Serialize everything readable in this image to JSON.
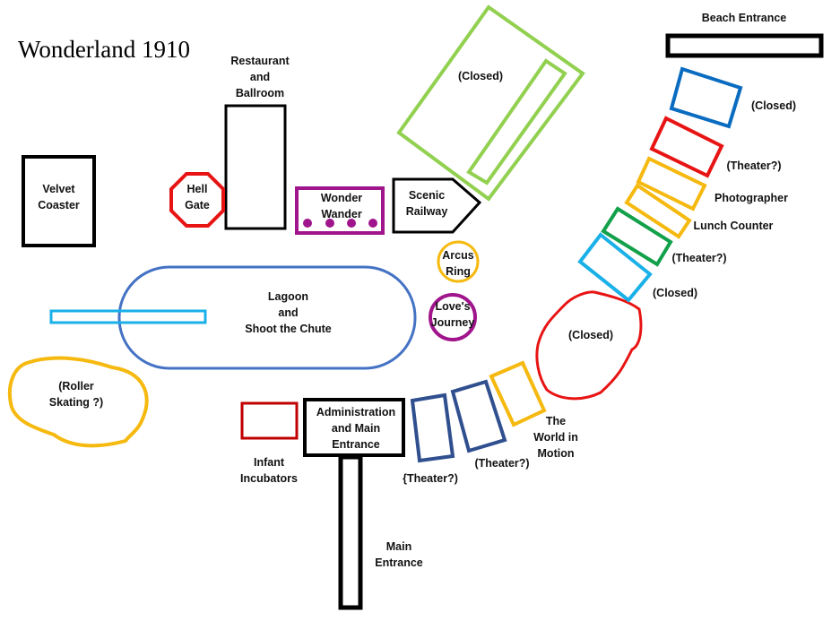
{
  "title": "Wonderland 1910",
  "colors": {
    "black": "#000000",
    "red": "#e81414",
    "purple": "#a0148c",
    "blue": "#4472c4",
    "cyan": "#1ab0e8",
    "yellow": "#f5b90f",
    "lightgreen": "#92d050",
    "green": "#12a04a",
    "navy": "#2f4f8f",
    "royal": "#0a6cc0",
    "darkred": "#c00000"
  },
  "attractions": {
    "beach_entrance": "Beach Entrance",
    "restaurant": "Restaurant\nand\nBallroom",
    "velvet_coaster": "Velvet\nCoaster",
    "hell_gate": "Hell\nGate",
    "wonder_wander": "Wonder\nWander",
    "scenic_railway": "Scenic\nRailway",
    "closed_green": "(Closed)",
    "arcus_ring": "Arcus\nRing",
    "loves_journey": "Love's\nJourney",
    "lagoon": "Lagoon\nand\nShoot the Chute",
    "roller_skating": "(Roller\nSkating ?)",
    "infant_incubators": "Infant\nIncubators",
    "administration": "Administration\nand Main\nEntrance",
    "main_entrance": "Main\nEntrance",
    "theater_bottom_1": "{Theater?)",
    "theater_bottom_2": "(Theater?)",
    "world_in_motion": "The\nWorld in\nMotion",
    "closed_red_blob": "(Closed)",
    "closed_cyan": "(Closed)",
    "theater_green": "(Theater?)",
    "lunch_counter": "Lunch Counter",
    "photographer": "Photographer",
    "theater_red": "(Theater?)",
    "closed_blue": "(Closed)"
  }
}
